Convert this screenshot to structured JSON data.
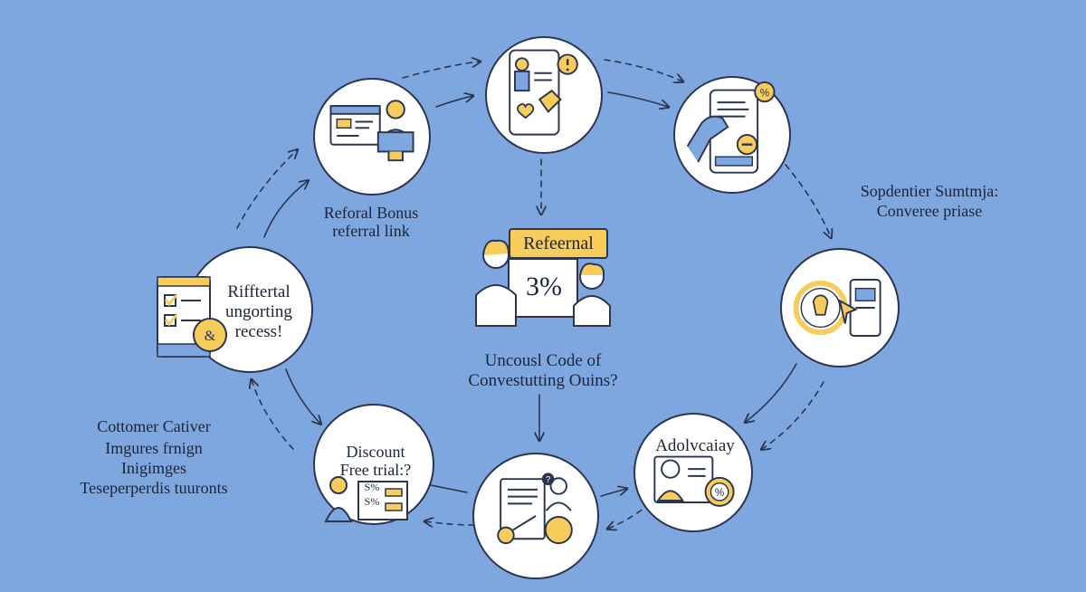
{
  "nodes": {
    "top_left_label": [
      "Reforal Bonus",
      "referral link"
    ],
    "right_label": [
      "Sopdentier Sumtmja:",
      "Converee priase"
    ],
    "center_badge": "Refeernal",
    "center_percent": "3%",
    "center_label": [
      "Uncousl Code of",
      "Convestutting Ouins?"
    ],
    "left_node_text": [
      "Rifftertal",
      "ungorting",
      "recess!"
    ],
    "left_outer_label": [
      "Cottomer Cativer",
      "Imgures frnign",
      "Inigimges",
      "Teseperperdis tuuronts"
    ],
    "discount_node_text": [
      "Discount",
      "Free trial:?"
    ],
    "discount_tags": [
      "S%",
      "S%"
    ],
    "advocacy_node_text": "Adolvcaiay"
  },
  "colors": {
    "background": "#7ea7df",
    "accent": "#f7cc5a",
    "stroke": "#2b3550"
  },
  "icons": [
    "profile-card-icon",
    "phone-document-icon",
    "coin-phone-icon",
    "checklist-tablet-icon",
    "discount-person-icon",
    "document-person-icon",
    "advocate-coin-icon",
    "referral-people-icon"
  ]
}
